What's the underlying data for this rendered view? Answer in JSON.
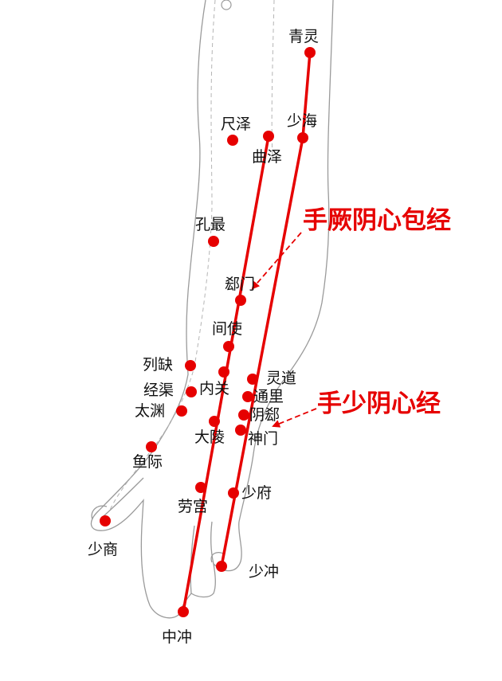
{
  "colors": {
    "meridian": "#e60000",
    "outline": "#9a9a9a",
    "text": "#111111"
  },
  "titles": {
    "pericardium": "手厥阴心包经",
    "heart": "手少阴心经"
  },
  "points": {
    "qingling": "青灵",
    "shaohai": "少海",
    "chize": "尺泽",
    "quze": "曲泽",
    "kongzui": "孔最",
    "ximen": "郄门",
    "jianshi": "间使",
    "lieque": "列缺",
    "neiguan": "内关",
    "lingdao": "灵道",
    "jingqu": "经渠",
    "tongli": "通里",
    "taiyuan": "太渊",
    "yinxi": "阴郄",
    "daling": "大陵",
    "shenmen": "神门",
    "yuji": "鱼际",
    "shaofu": "少府",
    "laogong": "劳宫",
    "shaoshang": "少商",
    "shaochong": "少冲",
    "zhongchong": "中冲"
  }
}
